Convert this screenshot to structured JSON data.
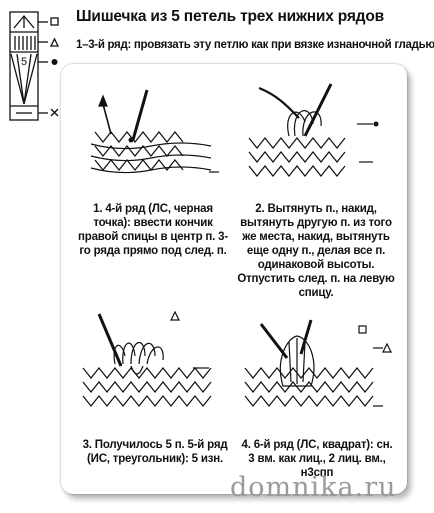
{
  "header": {
    "title": "Шишечка из 5 петель трех нижних рядов",
    "subtitle": "1–3-й ряд: провязать эту петлю как при вязке изнаночной гладью"
  },
  "legend": {
    "row_number": "5"
  },
  "steps": [
    {
      "number": "1.",
      "text": "1. 4-й ряд (ЛС, черная точка): ввести кончик правой спицы в центр п. 3-го ряда прямо под след. п."
    },
    {
      "number": "2.",
      "text": "2. Вытянуть п., накид, вытянуть другую п. из того же места, накид, вытянуть еще одну п., делая все п. одинаковой высоты. Отпустить след. п. на левую спицу."
    },
    {
      "number": "3.",
      "text": "3. Получилось 5 п. 5-й ряд (ИС, треугольник): 5 изн."
    },
    {
      "number": "4.",
      "text": "4. 6-й ряд (ЛС, квадрат): сн. 3 вм. как лиц., 2 лиц. вм., н3спп"
    }
  ],
  "watermark": "domnika.ru"
}
